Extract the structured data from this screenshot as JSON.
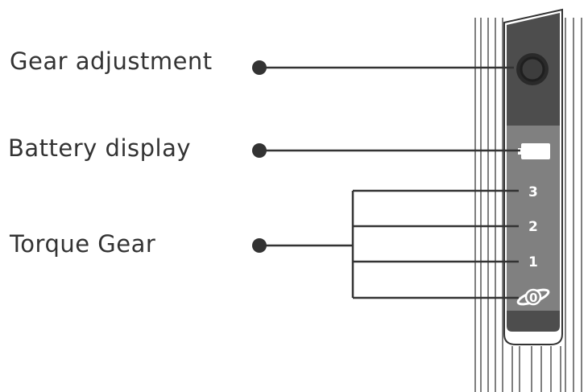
{
  "callouts": {
    "gear_adjustment": "Gear adjustment",
    "battery_display": "Battery display",
    "torque_gear": "Torque Gear"
  },
  "device": {
    "gear_levels": [
      "3",
      "2",
      "1",
      "0"
    ],
    "icons": {
      "gear_button": "gear-adjust-button-icon",
      "battery": "battery-icon",
      "planet": "planet-zero-icon"
    },
    "colors": {
      "body_dark": "#4d4d4d",
      "panel_mid": "#808080",
      "bottom_band": "#4d4d4d",
      "outline": "#333333",
      "leader_line": "#333333"
    }
  }
}
